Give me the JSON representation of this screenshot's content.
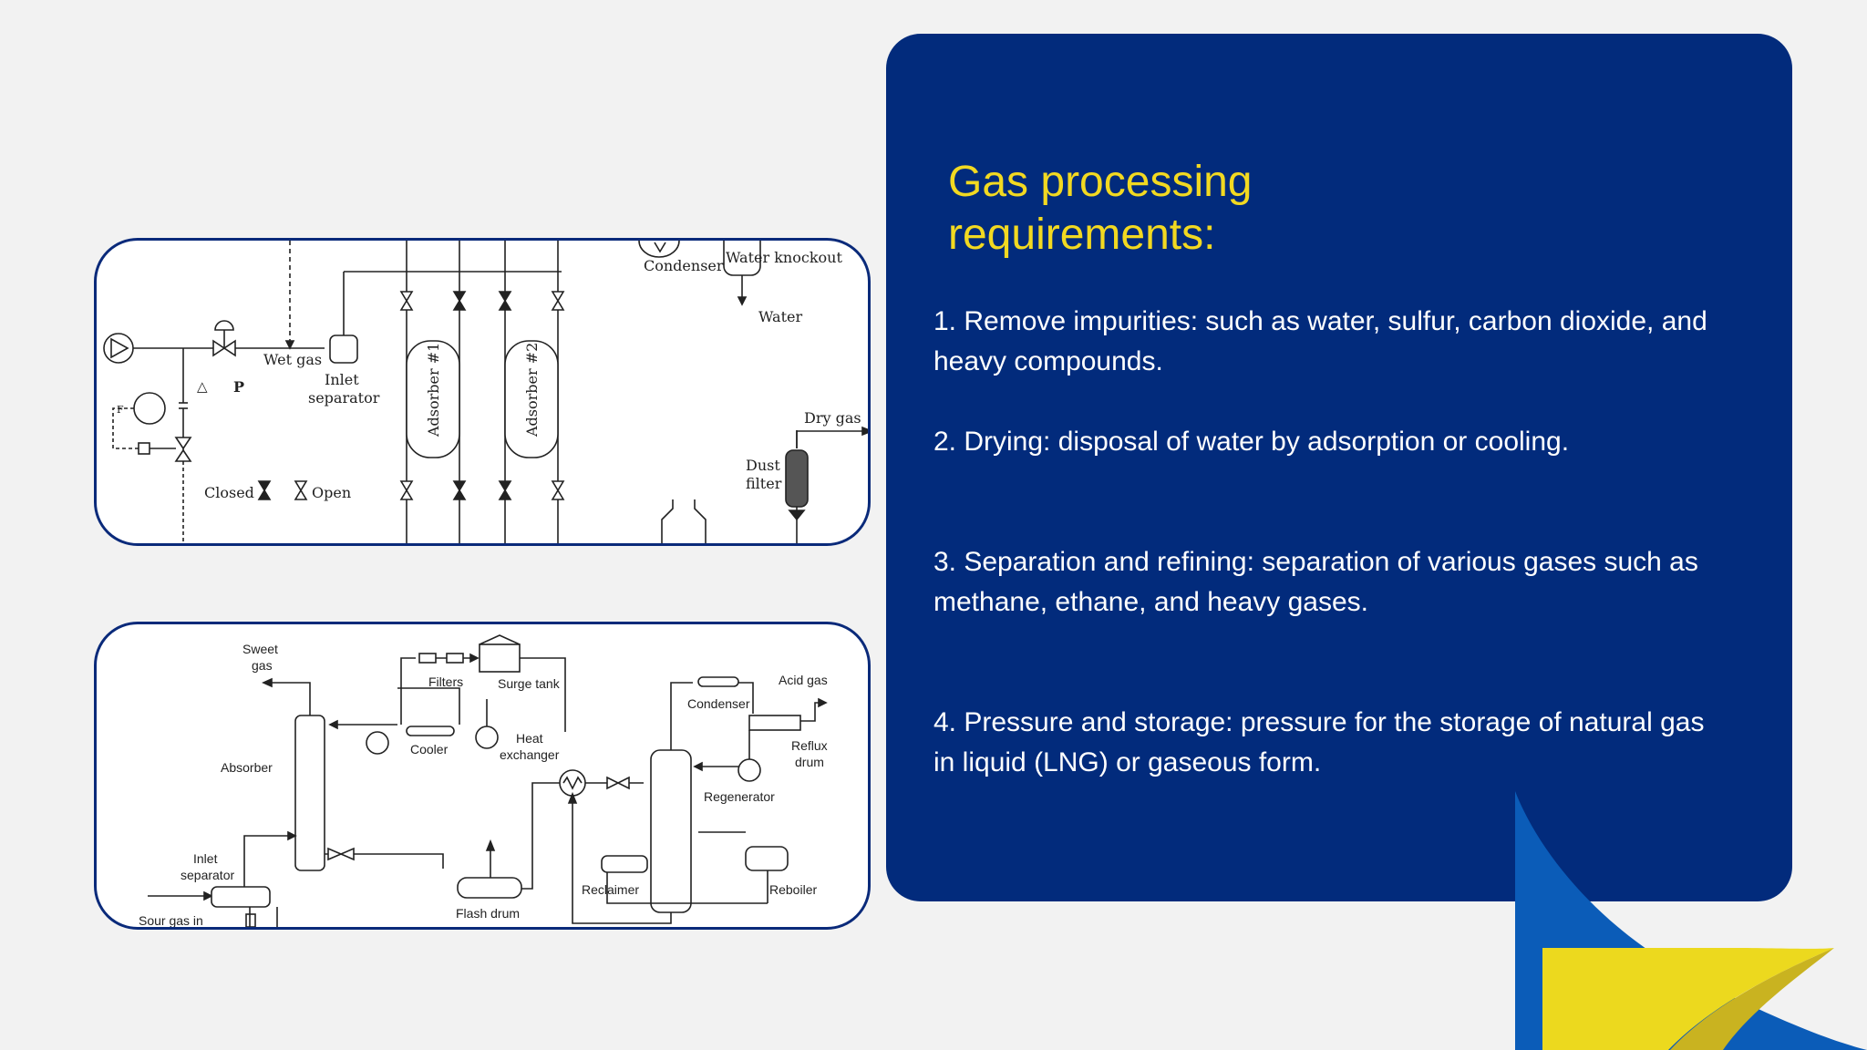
{
  "slide": {
    "title": "Gas processing requirements:",
    "items": [
      "1. Remove impurities: such as water, sulfur, carbon dioxide, and heavy compounds.",
      "2. Drying: disposal of water by adsorption or cooling.",
      "3. Separation and refining: separation of various gases such as methane, ethane, and heavy gases.",
      "4. Pressure and storage: pressure for the storage of natural gas in liquid (LNG) or gaseous form."
    ]
  },
  "diagram1": {
    "labels": {
      "condenser": "Condenser",
      "water_knockout": "Water knockout",
      "water": "Water",
      "wet_gas": "Wet gas",
      "inlet": "Inlet",
      "separator": "separator",
      "adsorber1": "Adsorber #1",
      "adsorber2": "Adsorber #2",
      "dry_gas": "Dry gas",
      "dust": "Dust",
      "filter": "filter",
      "closed": "Closed",
      "open": "Open",
      "delta": "△",
      "p": "P",
      "f": "F"
    }
  },
  "diagram2": {
    "labels": {
      "sweet": "Sweet",
      "gas": "gas",
      "filters": "Filters",
      "surge_tank": "Surge tank",
      "absorber": "Absorber",
      "cooler": "Cooler",
      "heat": "Heat",
      "exchanger": "exchanger",
      "acid_gas": "Acid gas",
      "condenser": "Condenser",
      "reflux": "Reflux",
      "drum": "drum",
      "regenerator": "Regenerator",
      "inlet": "Inlet",
      "separator": "separator",
      "reclaimer": "Reclaimer",
      "reboiler": "Reboiler",
      "flash_drum": "Flash drum",
      "sour_gas_in": "Sour gas in"
    }
  },
  "colors": {
    "background": "#f2f2f2",
    "panel": "#022b7c",
    "title": "#f2d921",
    "body_text": "#ffffff",
    "accent_blue": "#0b5cb8",
    "accent_yellow": "#ecd91e"
  }
}
